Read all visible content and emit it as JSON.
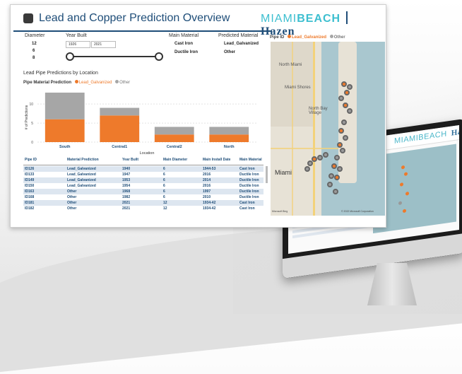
{
  "header": {
    "title": "Lead and Copper Prediction Overview",
    "logo_miami": "MIAMI",
    "logo_beach": "BEACH",
    "logo_hazen": "Hazen"
  },
  "filters": {
    "diameter_label": "Diameter",
    "diameter_values": [
      "12",
      "6",
      "8"
    ],
    "year_built_label": "Year Built",
    "year_from": "1926",
    "year_to": "2021",
    "main_material_label": "Main Material",
    "main_material_values": [
      "Cast Iron",
      "Ductile Iron"
    ],
    "predicted_material_label": "Predicted Material",
    "predicted_material_values": [
      "Lead_Galvanized",
      "Other"
    ]
  },
  "chart_section": {
    "title": "Lead Pipe Predictions by Location",
    "legend_title": "Pipe Material Prediction",
    "legend": [
      {
        "name": "Lead_Galvanized",
        "color": "#ee7a2b"
      },
      {
        "name": "Other",
        "color": "#a6a6a6"
      }
    ]
  },
  "chart_data": {
    "type": "bar",
    "stacked": true,
    "categories": [
      "South",
      "Central1",
      "Central2",
      "North"
    ],
    "series": [
      {
        "name": "Lead_Galvanized",
        "color": "#ee7a2b",
        "values": [
          6,
          7,
          2,
          2
        ]
      },
      {
        "name": "Other",
        "color": "#a6a6a6",
        "values": [
          7,
          2,
          2,
          2
        ]
      }
    ],
    "ylabel": "# of Predictions",
    "xlabel": "Location",
    "yticks": [
      "0",
      "5",
      "10"
    ],
    "ylim": [
      0,
      13
    ],
    "grid": true
  },
  "table": {
    "columns": [
      "Pipe ID",
      "Material Prediction",
      "Year Built",
      "Main Diameter",
      "Main Install Date",
      "Main Material"
    ],
    "rows": [
      [
        "ID126",
        "Lead_Galvanized",
        "1940",
        "6",
        "1944-53",
        "Cast Iron"
      ],
      [
        "ID133",
        "Lead_Galvanized",
        "1947",
        "6",
        "2016",
        "Ductile Iron"
      ],
      [
        "ID149",
        "Lead_Galvanized",
        "1953",
        "6",
        "2014",
        "Ductile Iron"
      ],
      [
        "ID150",
        "Lead_Galvanized",
        "1954",
        "6",
        "2016",
        "Ductile Iron"
      ],
      [
        "ID163",
        "Other",
        "1968",
        "6",
        "1997",
        "Ductile Iron"
      ],
      [
        "ID168",
        "Other",
        "1982",
        "6",
        "2010",
        "Ductile Iron"
      ],
      [
        "ID181",
        "Other",
        "2021",
        "12",
        "1934-42",
        "Cast Iron"
      ],
      [
        "ID182",
        "Other",
        "2021",
        "12",
        "1934-42",
        "Cast Iron"
      ]
    ]
  },
  "map": {
    "legend_title": "Pipe ID",
    "legend": [
      "Lead_Galvanized",
      "Other"
    ],
    "labels": [
      "North Miami",
      "Miami Shores",
      "North Bay Village",
      "Miami"
    ],
    "copyright": "© 2022 Microsoft Corporation",
    "provider": "Microsoft Bing"
  }
}
